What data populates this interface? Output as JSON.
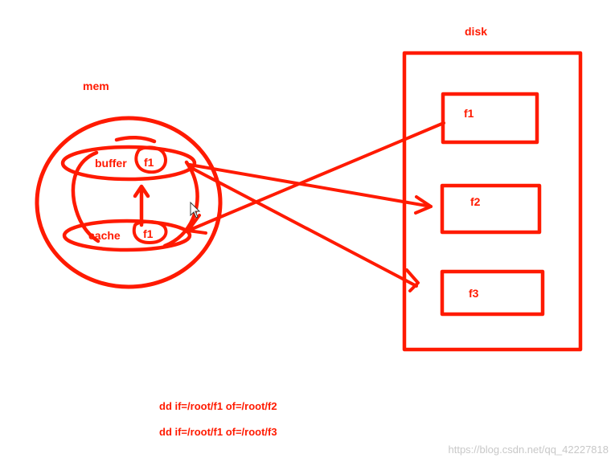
{
  "mem_label": "mem",
  "disk_label": "disk",
  "buffer_label": "buffer",
  "cache_label": "cache",
  "buffer_file": "f1",
  "cache_file": "f1",
  "disk_files": [
    "f1",
    "f2",
    "f3"
  ],
  "commands": [
    "dd if=/root/f1 of=/root/f2",
    "dd if=/root/f1 of=/root/f3"
  ],
  "watermark": "https://blog.csdn.net/qq_42227818",
  "colors": {
    "ink": "#ff1a00",
    "watermark": "#c8c8c8",
    "background": "#ffffff"
  }
}
